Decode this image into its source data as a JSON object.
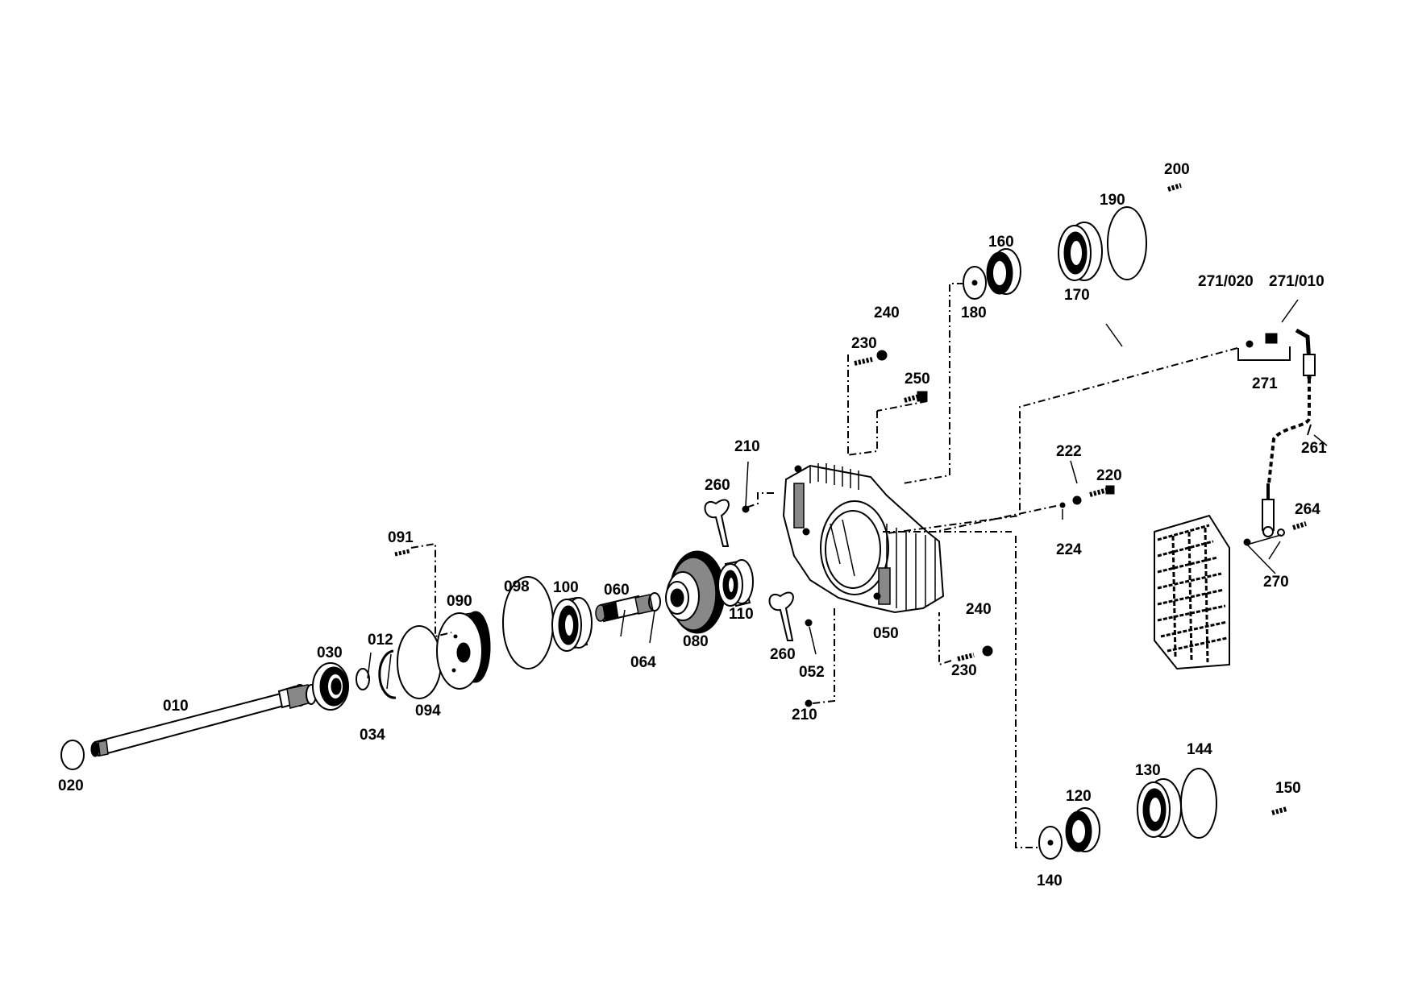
{
  "diagram": {
    "callouts": {
      "c010": "010",
      "c012": "012",
      "c020": "020",
      "c030": "030",
      "c034": "034",
      "c050": "050",
      "c052": "052",
      "c060": "060",
      "c064": "064",
      "c080": "080",
      "c090": "090",
      "c091": "091",
      "c094": "094",
      "c098": "098",
      "c100": "100",
      "c110": "110",
      "c120": "120",
      "c130": "130",
      "c140": "140",
      "c144": "144",
      "c150": "150",
      "c160": "160",
      "c170": "170",
      "c180": "180",
      "c190": "190",
      "c200": "200",
      "c210a": "210",
      "c210b": "210",
      "c220": "220",
      "c222": "222",
      "c224": "224",
      "c230a": "230",
      "c230b": "230",
      "c240a": "240",
      "c240b": "240",
      "c250": "250",
      "c260a": "260",
      "c260b": "260",
      "c261": "261",
      "c264": "264",
      "c270": "270",
      "c271": "271",
      "c271_010": "271/010",
      "c271_020": "271/020"
    }
  }
}
